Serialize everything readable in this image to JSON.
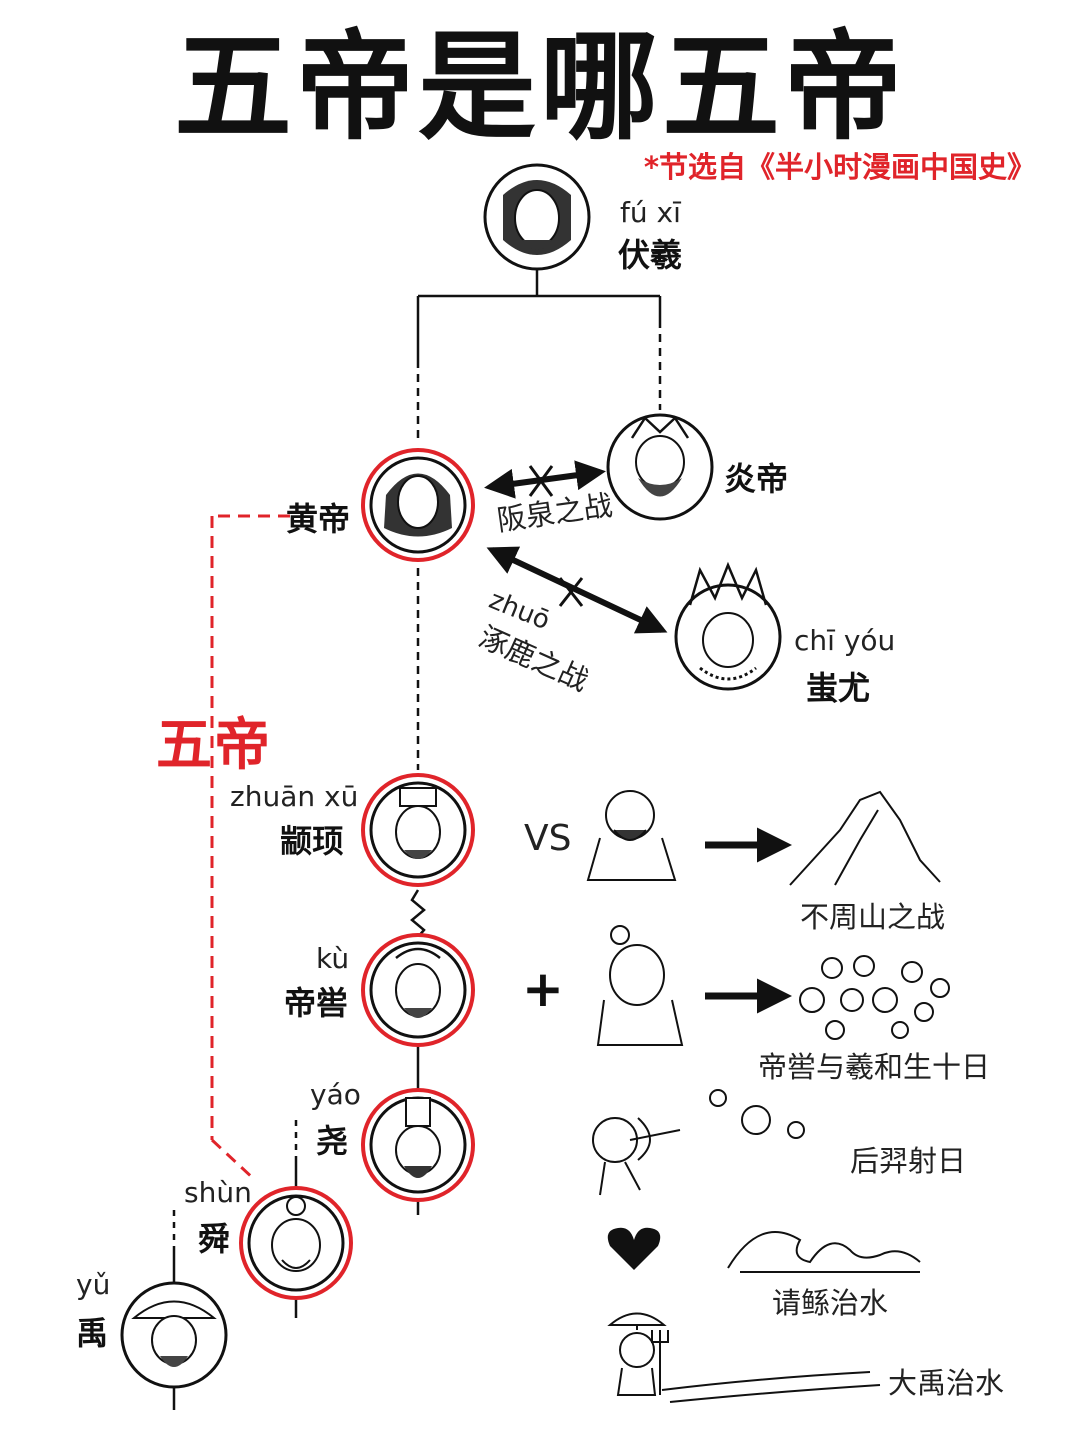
{
  "title": "五帝是哪五帝",
  "source_note": "*节选自《半小时漫画中国史》",
  "group_label": "五帝",
  "figures": {
    "fuxi": {
      "pinyin": "fú xī",
      "name": "伏羲"
    },
    "yandi": {
      "name": "炎帝"
    },
    "huangdi": {
      "name": "黄帝"
    },
    "chiyou": {
      "pinyin": "chī yóu",
      "name": "蚩尤"
    },
    "zhuanxu": {
      "pinyin": "zhuān xū",
      "name": "颛顼"
    },
    "ku": {
      "pinyin": "kù",
      "name": "帝喾"
    },
    "yao": {
      "pinyin": "yáo",
      "name": "尧"
    },
    "shun": {
      "pinyin": "shùn",
      "name": "舜"
    },
    "yu": {
      "pinyin": "yǔ",
      "name": "禹"
    }
  },
  "battles": {
    "banquan": "阪泉之战",
    "zhuolu_pinyin": "zhuō",
    "zhuolu": "涿鹿之战"
  },
  "events": {
    "vs": "VS",
    "buzhou": "不周山之战",
    "plus": "+",
    "ten_suns": "帝喾与羲和生十日",
    "houyi": "后羿射日",
    "gun": "请鲧治水",
    "dayu": "大禹治水"
  },
  "colors": {
    "accent_red": "#e0242a",
    "ink": "#111111"
  }
}
